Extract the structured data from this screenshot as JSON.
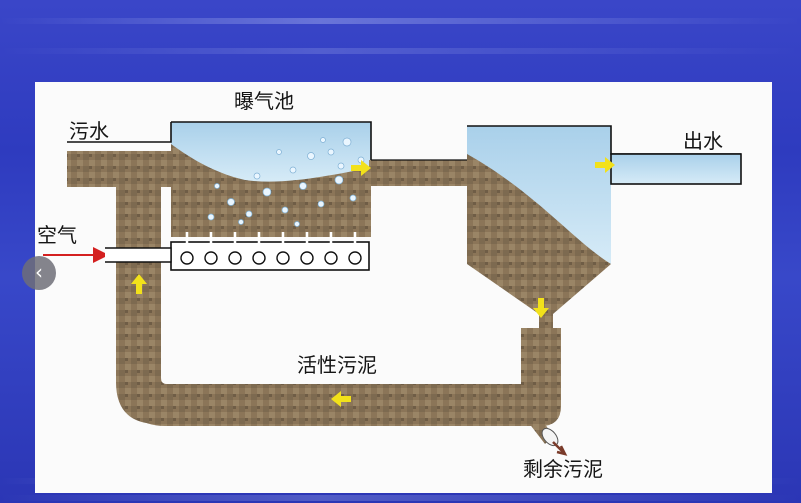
{
  "labels": {
    "aeration_tank": "曝气池",
    "sewage_inlet": "污水",
    "effluent": "出水",
    "air": "空气",
    "activated_sludge": "活性污泥",
    "excess_sludge": "剩余污泥"
  },
  "nav": {
    "prev_symbol": "‹"
  },
  "colors": {
    "background_blue": "#2e3bbf",
    "panel": "#fbfbfb",
    "sludge_brown": "#8b7558",
    "water_blue": "#bcdcf0",
    "flow_arrow": "#f2e11a",
    "air_arrow": "#d42020",
    "excess_arrow": "#7a3b2a"
  }
}
